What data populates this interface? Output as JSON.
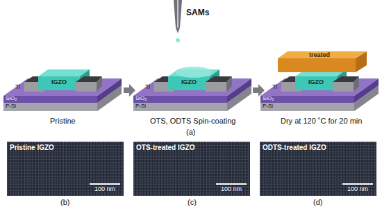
{
  "diagram": {
    "nodes": [
      {
        "text": [
          "Pristine IGZO",
          "100 nm"
        ]
      },
      {
        "text": [
          "OTS-treated IGZO",
          "100 nm"
        ]
      },
      {
        "text": [
          "ODTS-treated IGZO",
          "100 nm"
        ]
      }
    ],
    "labels": [
      "SAMs",
      "Ti",
      "IGZO",
      "SiO₂",
      "P-Si",
      "Ti",
      "IGZO",
      "SiO₂",
      "P-Si",
      "Ti",
      "IGZO",
      "treated",
      "SiO₂",
      "P-Si",
      "Pristine",
      "OTS, ODTS Spin-coating",
      "Dry at 120 ˚C for 20 min",
      "(a)",
      "(b)",
      "(c)",
      "(d)"
    ]
  }
}
